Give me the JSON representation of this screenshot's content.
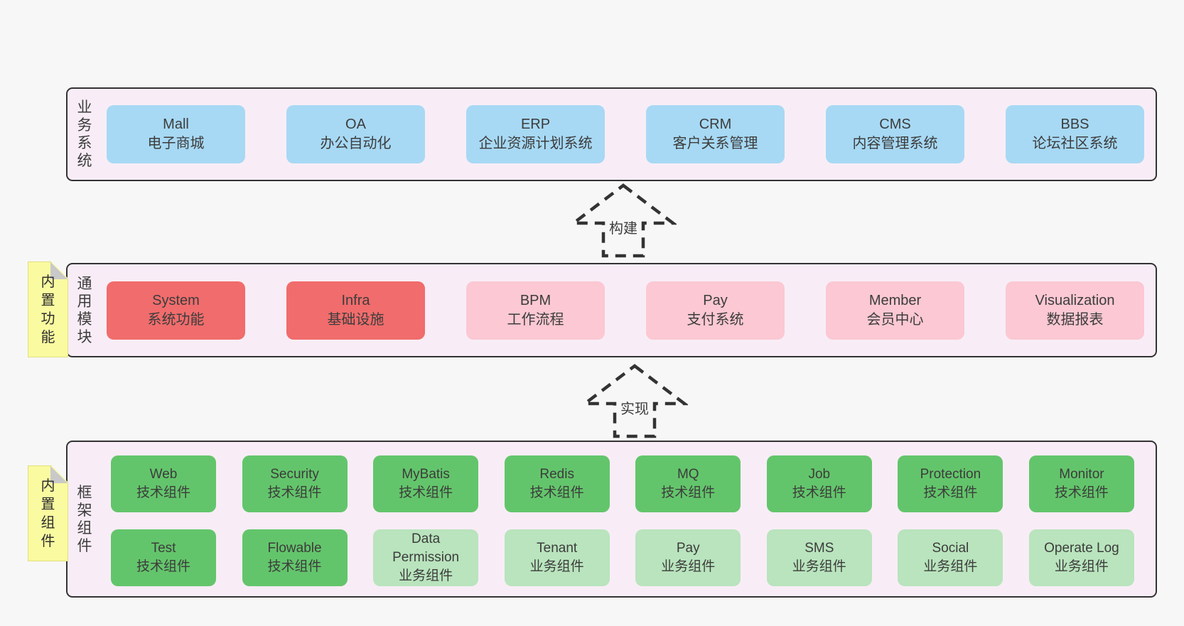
{
  "colors": {
    "page-bg": "#f7f7f7",
    "band-bg": "#f8edf6",
    "band-border": "#333333",
    "box-blue": "#a7d9f4",
    "box-red": "#f16c6c",
    "box-pink": "#fbc8d3",
    "box-green": "#63c56b",
    "box-light-green": "#b9e4bd",
    "sticky-yellow": "#fafaa0",
    "sticky-fold": "#c9c9c9",
    "text": "#3c3c3c",
    "arrow": "#333333"
  },
  "arrows": {
    "build": "构建",
    "implement": "实现"
  },
  "bands": {
    "business": {
      "label": "业务系统",
      "items": [
        {
          "en": "Mall",
          "zh": "电子商城"
        },
        {
          "en": "OA",
          "zh": "办公自动化"
        },
        {
          "en": "ERP",
          "zh": "企业资源计划系统"
        },
        {
          "en": "CRM",
          "zh": "客户关系管理"
        },
        {
          "en": "CMS",
          "zh": "内容管理系统"
        },
        {
          "en": "BBS",
          "zh": "论坛社区系统"
        }
      ]
    },
    "common": {
      "label": "通用模块",
      "sticky": "内置功能",
      "items": [
        {
          "en": "System",
          "zh": "系统功能"
        },
        {
          "en": "Infra",
          "zh": "基础设施"
        },
        {
          "en": "BPM",
          "zh": "工作流程"
        },
        {
          "en": "Pay",
          "zh": "支付系统"
        },
        {
          "en": "Member",
          "zh": "会员中心"
        },
        {
          "en": "Visualization",
          "zh": "数据报表"
        }
      ]
    },
    "framework": {
      "label": "框架组件",
      "sticky": "内置组件",
      "row1": [
        {
          "en": "Web",
          "zh": "技术组件"
        },
        {
          "en": "Security",
          "zh": "技术组件"
        },
        {
          "en": "MyBatis",
          "zh": "技术组件"
        },
        {
          "en": "Redis",
          "zh": "技术组件"
        },
        {
          "en": "MQ",
          "zh": "技术组件"
        },
        {
          "en": "Job",
          "zh": "技术组件"
        },
        {
          "en": "Protection",
          "zh": "技术组件"
        },
        {
          "en": "Monitor",
          "zh": "技术组件"
        }
      ],
      "row2": [
        {
          "en": "Test",
          "zh": "技术组件"
        },
        {
          "en": "Flowable",
          "zh": "技术组件"
        },
        {
          "en": "Data Permission",
          "zh": "业务组件"
        },
        {
          "en": "Tenant",
          "zh": "业务组件"
        },
        {
          "en": "Pay",
          "zh": "业务组件"
        },
        {
          "en": "SMS",
          "zh": "业务组件"
        },
        {
          "en": "Social",
          "zh": "业务组件"
        },
        {
          "en": "Operate Log",
          "zh": "业务组件"
        }
      ]
    }
  }
}
